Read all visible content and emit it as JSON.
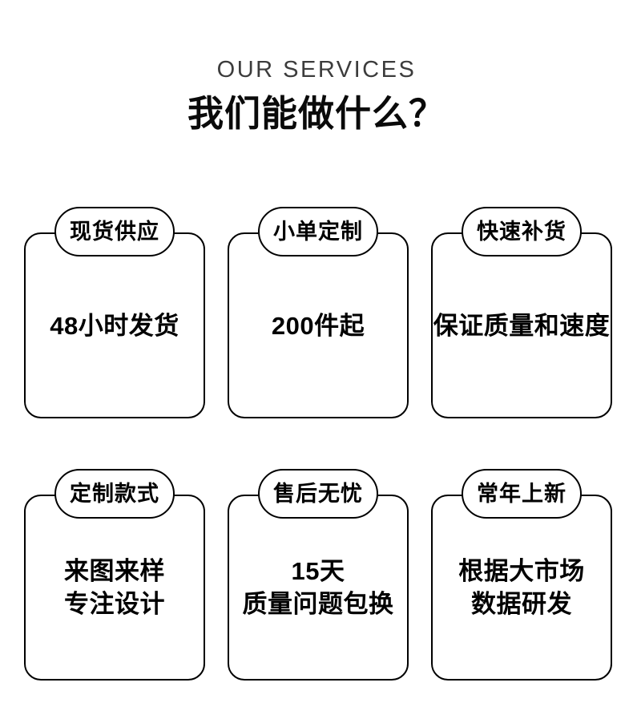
{
  "page": {
    "background_color": "#ffffff",
    "text_color": "#000000"
  },
  "header": {
    "eyebrow": "OUR SERVICES",
    "eyebrow_color": "#3c3c3c",
    "headline": "我们能做什么？",
    "headline_color": "#0a0a0a"
  },
  "cards": [
    {
      "badge": "现货供应",
      "lines": [
        "48小时发货"
      ]
    },
    {
      "badge": "小单定制",
      "lines": [
        "200件起"
      ]
    },
    {
      "badge": "快速补货",
      "lines": [
        "保证质量和速度"
      ]
    },
    {
      "badge": "定制款式",
      "lines": [
        "来图来样",
        "专注设计"
      ]
    },
    {
      "badge": "售后无忧",
      "lines": [
        "15天",
        "质量问题包换"
      ]
    },
    {
      "badge": "常年上新",
      "lines": [
        "根据大市场",
        "数据研发"
      ]
    }
  ]
}
